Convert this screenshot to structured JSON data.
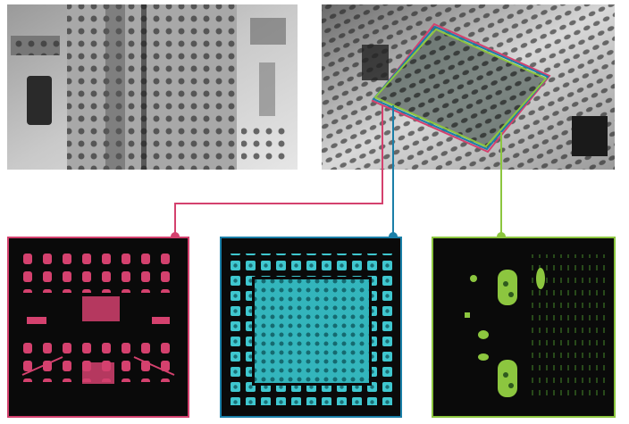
{
  "colors": {
    "planar_slice": "#d4416e",
    "cross_section": "#1a7fa8",
    "volume_slice": "#8cc63f",
    "panel_background": "#0a0a0a"
  },
  "panels": [
    {
      "id": "xray-2d-top-view",
      "kind": "grayscale"
    },
    {
      "id": "xray-3d-oblique-view",
      "kind": "grayscale"
    },
    {
      "id": "slice-pink",
      "color_key": "planar_slice"
    },
    {
      "id": "slice-blue",
      "color_key": "cross_section"
    },
    {
      "id": "slice-green",
      "color_key": "volume_slice"
    }
  ]
}
